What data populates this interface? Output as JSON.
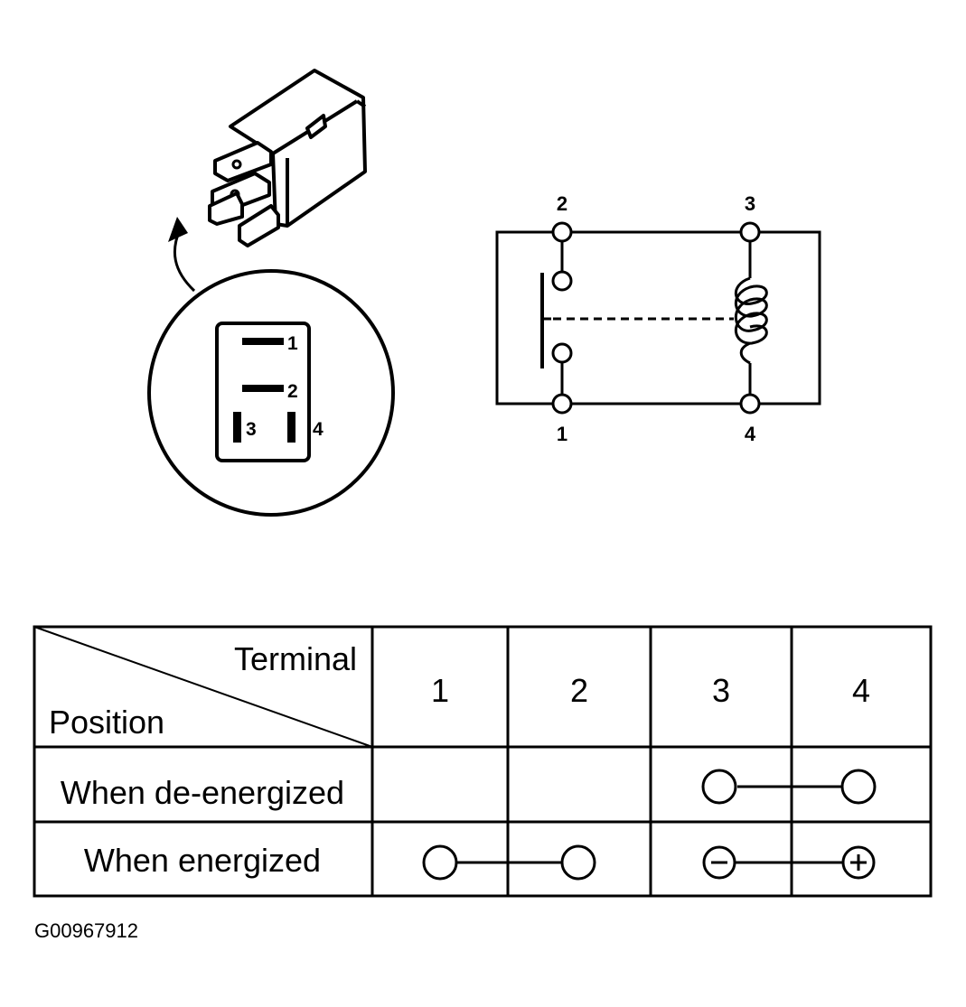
{
  "relay_view": {
    "pin_labels": [
      "1",
      "2",
      "3",
      "4"
    ]
  },
  "schematic": {
    "terminal_labels": [
      "2",
      "3",
      "1",
      "4"
    ]
  },
  "table": {
    "header_terminal": "Terminal",
    "header_position": "Position",
    "columns": [
      "1",
      "2",
      "3",
      "4"
    ],
    "rows": [
      {
        "label": "When de-energized",
        "connections": [
          {
            "from": "3",
            "to": "4",
            "polarity": "none"
          }
        ]
      },
      {
        "label": "When energized",
        "connections": [
          {
            "from": "1",
            "to": "2",
            "polarity": "none"
          },
          {
            "from": "3",
            "to": "4",
            "polarity": "3 negative, 4 positive"
          }
        ]
      }
    ]
  },
  "figure_id": "G00967912"
}
